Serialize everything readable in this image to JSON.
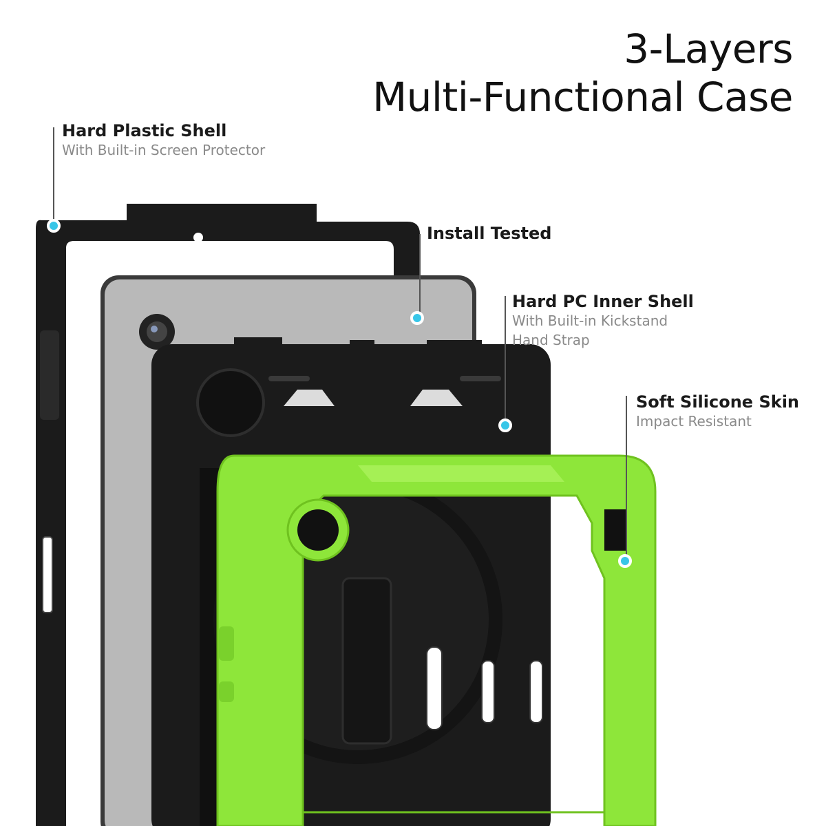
{
  "title": {
    "line1": "3-Layers",
    "line2": "Multi-Functional Case"
  },
  "callouts": {
    "shell": {
      "heading": "Hard Plastic Shell",
      "sub": "With Built-in Screen Protector"
    },
    "install": {
      "heading": "Install Tested"
    },
    "inner": {
      "heading": "Hard PC Inner Shell",
      "sub1": "With Built-in Kickstand",
      "sub2": "Hand Strap"
    },
    "skin": {
      "heading": "Soft Silicone Skin",
      "sub": "Impact Resistant"
    }
  },
  "colors": {
    "accent_dot": "#38c6e8",
    "case_green": "#8ee63a",
    "case_black": "#1b1b1b",
    "tablet_grey": "#b9b9b9"
  }
}
